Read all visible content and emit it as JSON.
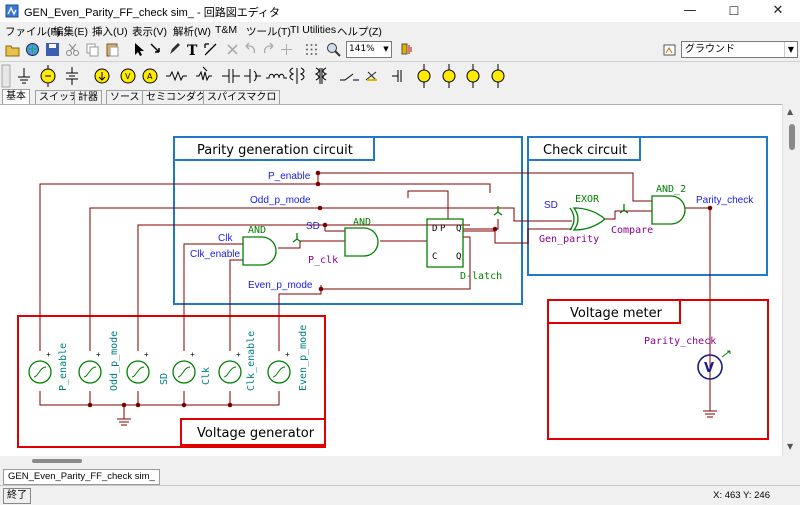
{
  "window": {
    "title": "GEN_Even_Parity_FF_check sim_ - 回路図エディタ",
    "min": "—",
    "max": "☐",
    "close": "✕"
  },
  "menu": [
    "ファイル(F)",
    "編集(E)",
    "挿入(U)",
    "表示(V)",
    "解析(W)",
    "T&M",
    "ツール(T)",
    "TI Utilities",
    "ヘルプ(Z)"
  ],
  "toolbar": {
    "zoom": "141%",
    "layer": "グラウンド"
  },
  "component_tabs": [
    "基本",
    "スイッチ",
    "計器",
    "ソース",
    "セミコンダクタ",
    "スパイスマクロ"
  ],
  "active_tab": "基本",
  "schematic": {
    "boxes": {
      "parity": "Parity generation circuit",
      "check": "Check circuit",
      "meter": "Voltage meter",
      "generator": "Voltage generator"
    },
    "wire_labels": {
      "p_enable": "P_enable",
      "odd_p_mode": "Odd_p_mode",
      "sd": "SD",
      "sd2": "SD",
      "clk": "Clk",
      "clk_enable": "Clk_enable",
      "p_clk": "P_clk",
      "even_p_mode": "Even_p_mode",
      "gen_parity": "Gen_parity",
      "compare": "Compare",
      "parity_check": "Parity_check",
      "parity_check_meter": "Parity_check"
    },
    "gates": {
      "and1": "AND",
      "and2": "AND",
      "exor": "EXOR",
      "and_2": "AND_2",
      "latch": "D-latch",
      "latch_d": "D",
      "latch_p": "P",
      "latch_q": "Q",
      "latch_c": "C",
      "latch_qbar": "Q"
    },
    "generators": [
      "P_enable",
      "Odd_p_mode",
      "SD",
      "Clk",
      "Clk_enable",
      "Even_p_mode"
    ],
    "meter_symbol": "V",
    "plus": "+",
    "minus": "-"
  },
  "document_tab": "GEN_Even_Parity_FF_check sim_",
  "status": {
    "end_button": "終了",
    "coords": "X: 463  Y: 246"
  },
  "colors": {
    "wire": "#800000",
    "node": "#800000",
    "label_blue": "#1a1ae6",
    "label_purple": "#8b008b",
    "gate": "#008000",
    "box_blue": "#1f78c8",
    "box_red": "#e00000"
  }
}
